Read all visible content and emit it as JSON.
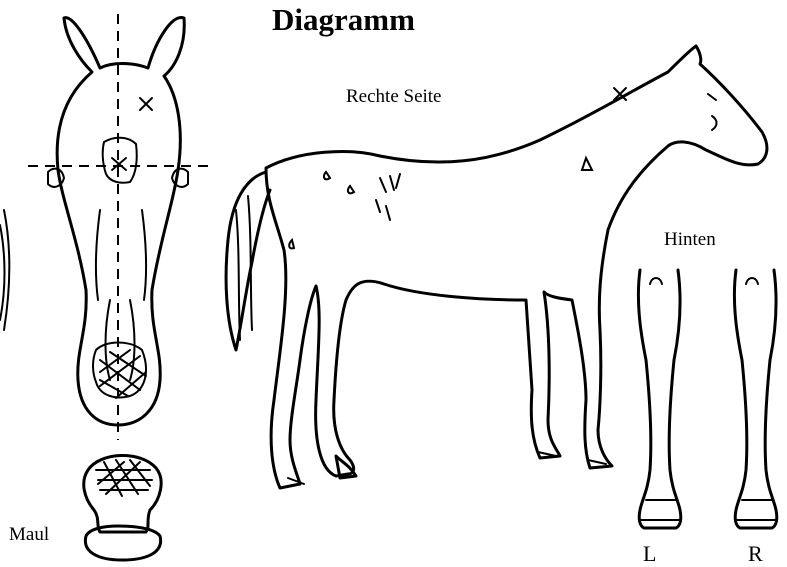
{
  "title": "Diagramm",
  "labels": {
    "right_side": "Rechte Seite",
    "hind": "Hinten",
    "mouth": "Maul",
    "left_leg": "L",
    "right_leg": "R"
  },
  "marks": {
    "cross": "x"
  }
}
